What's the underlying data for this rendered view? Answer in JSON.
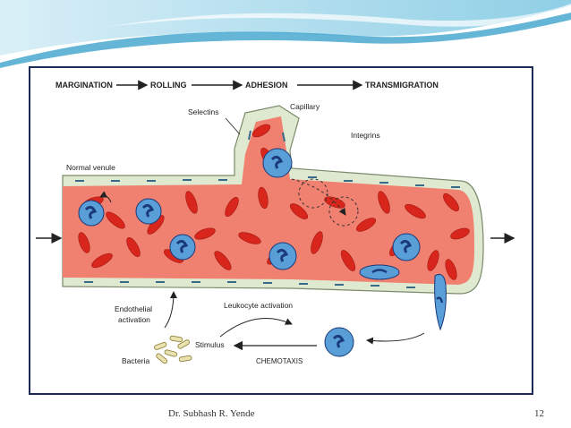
{
  "slide": {
    "author": "Dr. Subhash R. Yende",
    "page_number": "12"
  },
  "diagram": {
    "stages": [
      "MARGINATION",
      "ROLLING",
      "ADHESION",
      "TRANSMIGRATION"
    ],
    "labels": {
      "selectins": "Selectins",
      "capillary": "Capillary",
      "integrins": "Integrins",
      "normal_venule": "Normal venule",
      "endothelial_activation_line1": "Endothelial",
      "endothelial_activation_line2": "activation",
      "leukocyte_activation": "Leukocyte activation",
      "stimulus": "Stimulus",
      "bacteria": "Bacteria",
      "chemotaxis": "CHEMOTAXIS"
    }
  },
  "colors": {
    "wave_light": "#bfe4f2",
    "wave_dark": "#5fb5d6",
    "vessel_wall": "#dfe9cf",
    "vessel_lumen": "#f08070",
    "red_cell": "#d8261c",
    "leukocyte": "#5a9ed8",
    "leukocyte_nucleus": "#1a3a7a",
    "frame": "#1c2a55"
  }
}
